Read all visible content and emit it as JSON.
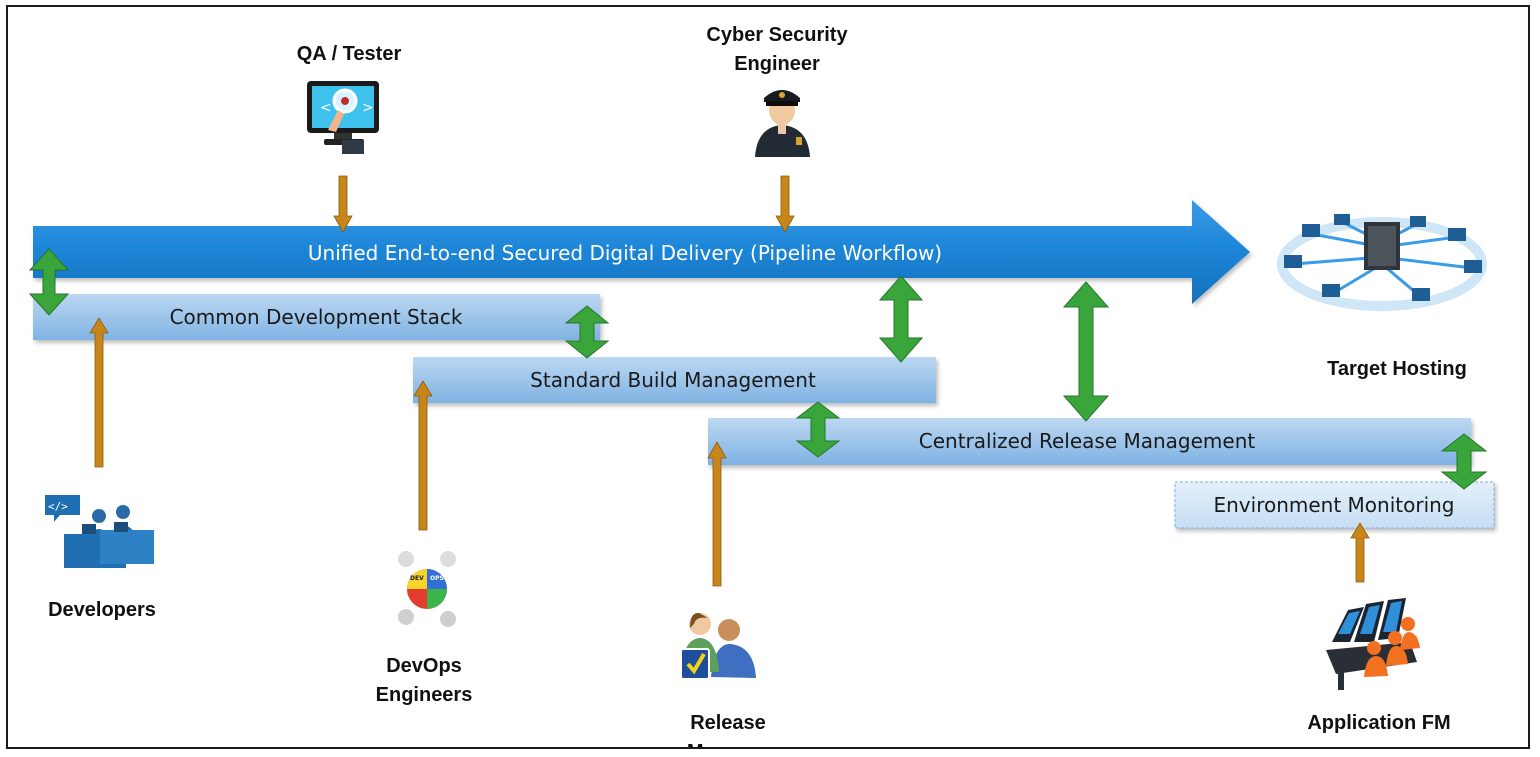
{
  "pipeline": {
    "label": "Unified End-to-end Secured Digital Delivery (Pipeline Workflow)",
    "color": "#1b84d6"
  },
  "stages": {
    "common_dev": "Common Development Stack",
    "build": "Standard Build Management",
    "release": "Centralized Release Management",
    "monitoring": "Environment Monitoring"
  },
  "roles": {
    "qa": "QA / Tester",
    "cyber_line1": "Cyber Security",
    "cyber_line2": "Engineer",
    "developers": "Developers",
    "devops_line1": "DevOps",
    "devops_line2": "Engineers",
    "release_line1": "Release",
    "release_line2": "Manager",
    "target": "Target Hosting",
    "app_fm": "Application FM"
  },
  "icons": {
    "qa": "magnifier-monitor-icon",
    "cyber": "security-officer-icon",
    "developers": "developers-desk-icon",
    "devops": "devops-puzzle-team-icon",
    "release": "release-manager-icon",
    "target": "server-network-icon",
    "app_fm": "operations-center-icon"
  },
  "colors": {
    "orange_arrow": "#c8861a",
    "green_arrow": "#3aa53a",
    "stage_bar": "#8fbde8",
    "monitor_bar": "#d4e7f7"
  }
}
